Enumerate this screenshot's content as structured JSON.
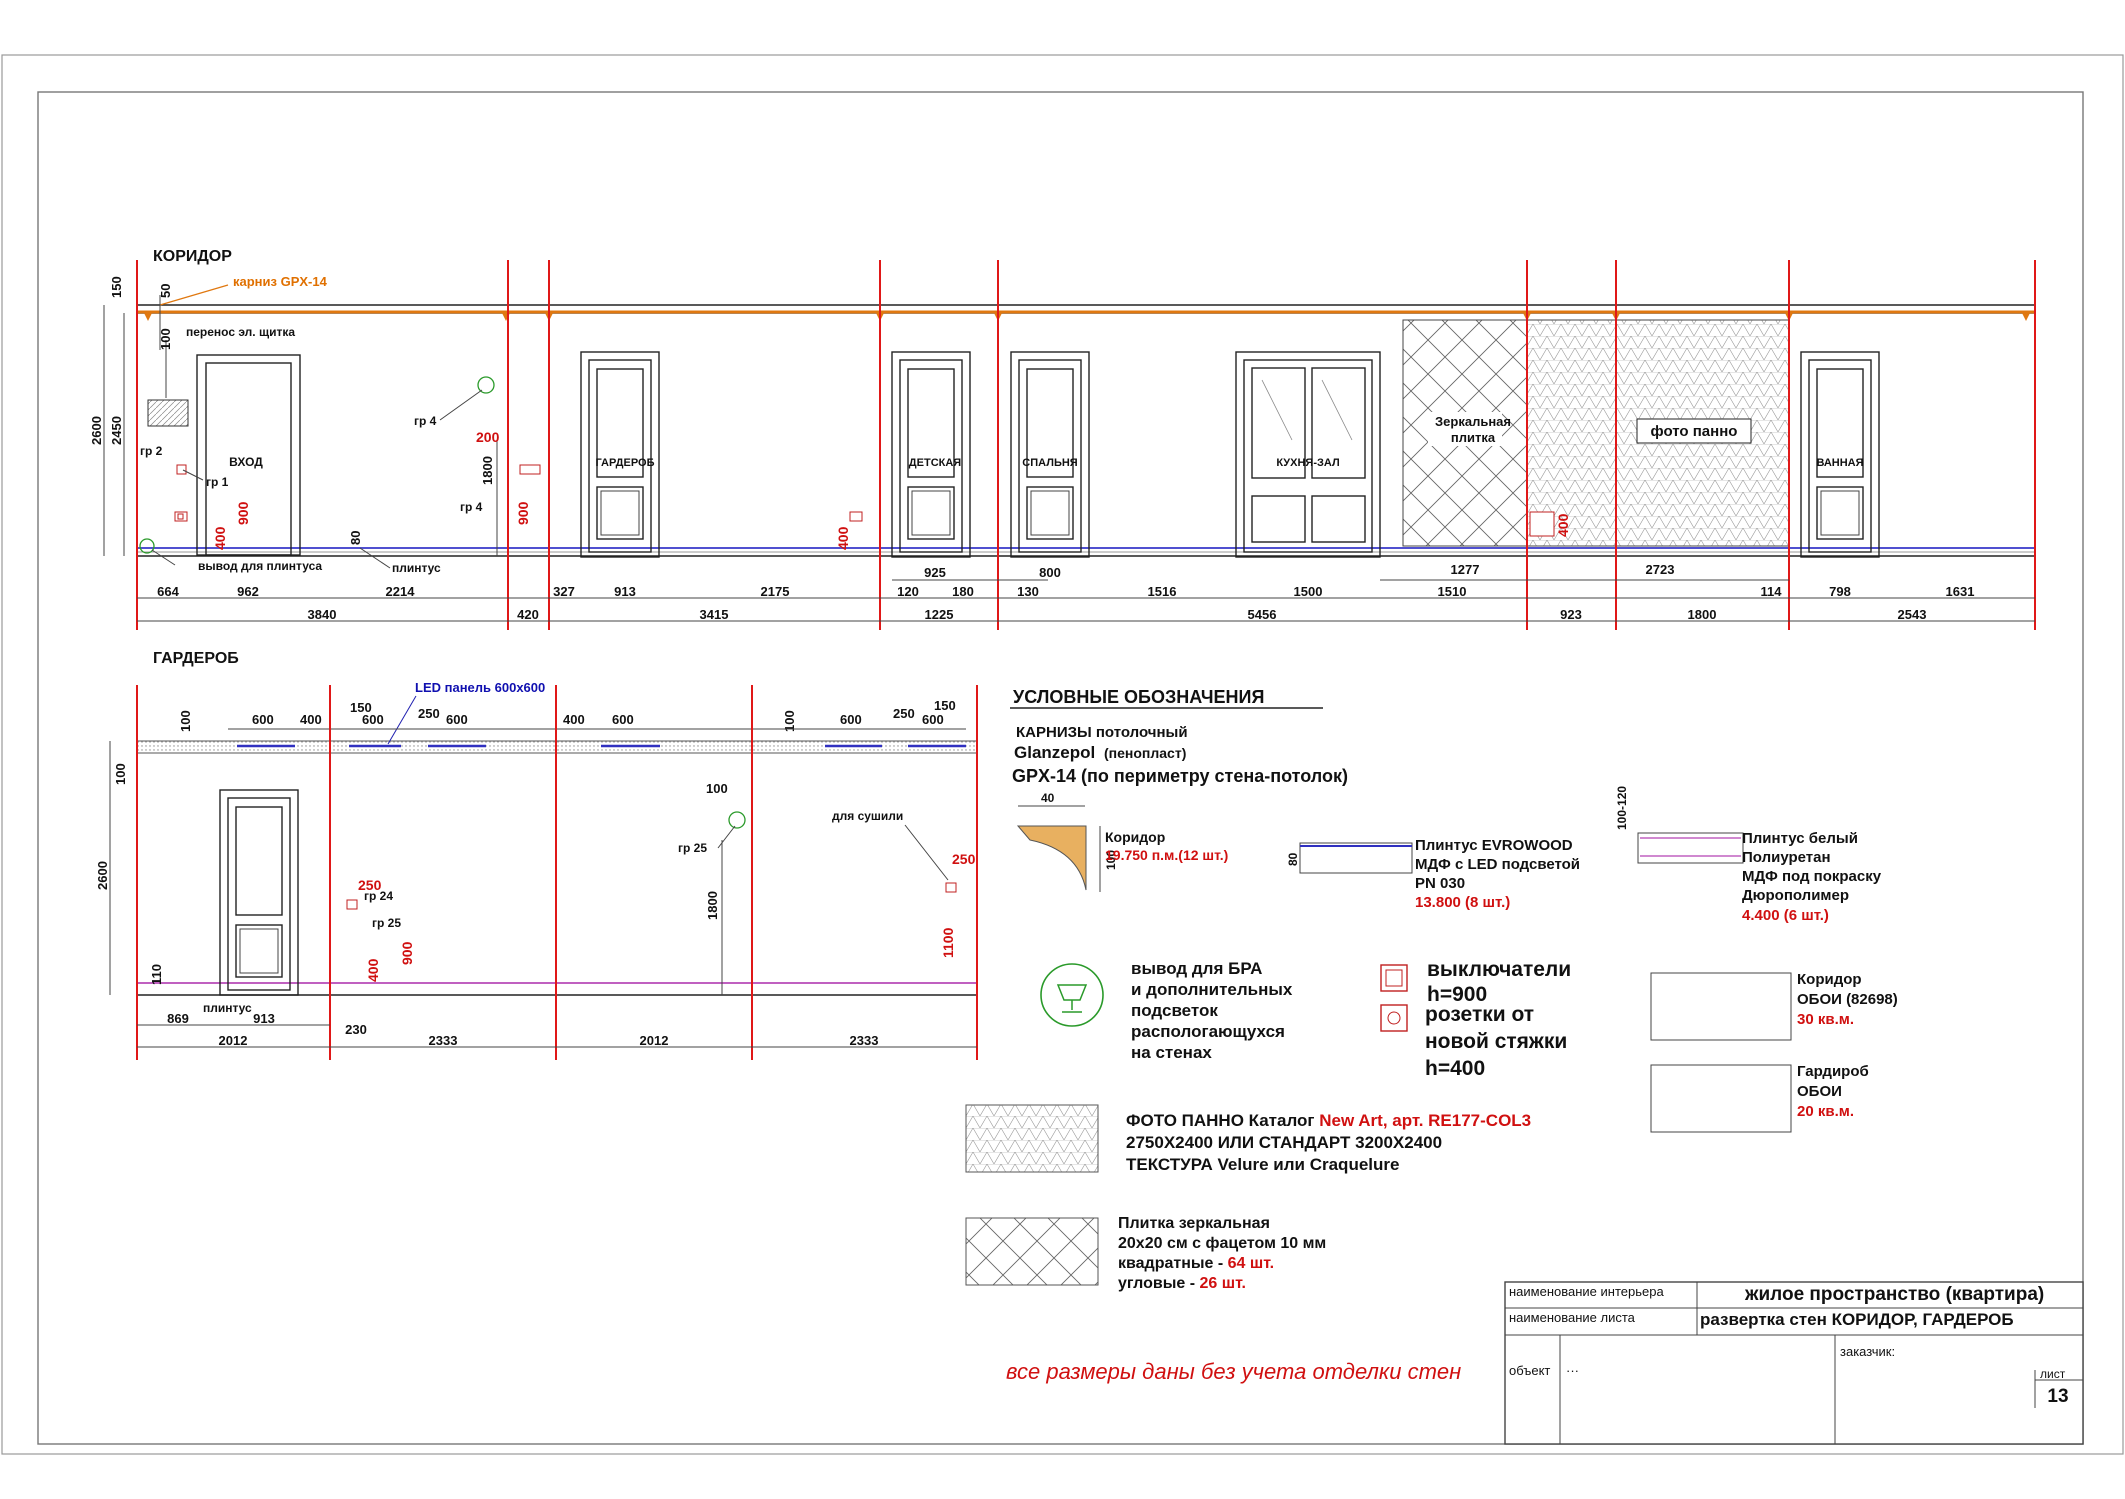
{
  "colors": {
    "cut_line": "#e01818",
    "cornice": "#e07810",
    "baseboard_led": "#5050d0",
    "baseboard_white": "#c060c0",
    "dim_red": "#d01010"
  },
  "icons": {
    "wall_light": "wall-light-outlet-icon",
    "switch": "switch-icon",
    "socket": "socket-icon"
  },
  "corridor": {
    "title": "КОРИДОР",
    "cornice_label": "карниз GPX-14",
    "panel_note": "перенос эл. щитка",
    "outlet_note": "вывод для плинтуса",
    "baseboard_note": "плинтус",
    "rooms": [
      "ВХОД",
      "ГАРДЕРОБ",
      "ДЕТСКАЯ",
      "СПАЛЬНЯ",
      "КУХНЯ-ЗАЛ",
      "ВАННАЯ"
    ],
    "mirror_label": [
      "Зеркальная",
      "плитка"
    ],
    "photo_label": "фото панно",
    "groups": [
      "гр 2",
      "гр 1",
      "гр 4",
      "гр 4"
    ],
    "vdims": {
      "h150": "150",
      "h50": "50",
      "h100": "100",
      "h2600": "2600",
      "h2450": "2450",
      "h1800": "1800",
      "h80": "80"
    },
    "red_marks": [
      "400",
      "900",
      "200",
      "900",
      "400",
      "400"
    ],
    "row1": [
      "664",
      "962",
      "2214",
      "327",
      "913",
      "2175",
      "120",
      "180",
      "130",
      "1516",
      "1500",
      "1510",
      "114",
      "798",
      "1631"
    ],
    "row_top": [
      "925",
      "800",
      "1277",
      "2723"
    ],
    "row2": [
      "3840",
      "420",
      "3415",
      "1225",
      "5456",
      "923",
      "1800",
      "2543"
    ]
  },
  "garderob": {
    "title": "ГАРДЕРОБ",
    "led_label": "LED панель 600x600",
    "top_dims": [
      "100",
      "600",
      "400",
      "150",
      "600",
      "250",
      "600",
      "400",
      "600",
      "100",
      "600",
      "250",
      "600",
      "150"
    ],
    "vdims": [
      "100",
      "2600",
      "110",
      "1800",
      "100"
    ],
    "groups": [
      "гр 24",
      "гр 25",
      "гр 25"
    ],
    "dryer": "для сушили",
    "red_marks": [
      "250",
      "400",
      "900",
      "250",
      "1100"
    ],
    "baseboard_note": "плинтус",
    "row1": [
      "869",
      "913",
      "230"
    ],
    "row2": [
      "2012",
      "2333",
      "2012",
      "2333"
    ]
  },
  "legend": {
    "title": "УСЛОВНЫЕ ОБОЗНАЧЕНИЯ",
    "cornice_line1": "КАРНИЗЫ потолочный",
    "cornice_brand": "Glanzepol",
    "cornice_material": "(пенопласт)",
    "cornice_model": "GPX-14  (по периметру стена-потолок)",
    "cornice_dim40": "40",
    "cornice_dim100": "100",
    "cornice_room": "Коридор",
    "cornice_qty": "19.750 п.м.(12 шт.)",
    "led_plinth": [
      "Плинтус EVROWOOD",
      "МДФ с LED подсветой",
      "PN 030"
    ],
    "led_plinth_dim": "80",
    "led_plinth_qty": "13.800 (8 шт.)",
    "white_plinth": [
      "Плинтус белый",
      "Полиуретан",
      "МДФ под покраску",
      "Дюрополимер"
    ],
    "white_plinth_dim": "100-120",
    "white_plinth_qty": "4.400 (6 шт.)",
    "wall_light": [
      "вывод для БРА",
      "и дополнительных",
      "подсветок",
      "распологающухся",
      "на стенах"
    ],
    "switch": [
      "выключатели",
      "h=900"
    ],
    "socket": [
      "розетки от",
      "новой стяжки",
      "h=400"
    ],
    "wallpaper1": [
      "Коридор",
      "ОБОИ (82698)"
    ],
    "wallpaper1_qty": "30 кв.м.",
    "wallpaper2": [
      "Гардироб",
      "ОБОИ"
    ],
    "wallpaper2_qty": "20 кв.м.",
    "photo_a": "ФОТО ПАННО Каталог ",
    "photo_b": "New Art, арт. RE177-COL3",
    "photo_2": "2750X2400 ИЛИ СТАНДАРТ 3200X2400",
    "photo_3": "ТЕКСТУРА Velure или Craquelure",
    "mirror_1": "Плитка зеркальная",
    "mirror_2": "20x20 см с фацетом 10 мм",
    "mirror_3a": "квадратные - ",
    "mirror_3b": "64 шт.",
    "mirror_4a": "угловые - ",
    "mirror_4b": "26 шт."
  },
  "note": "все размеры даны без учета  отделки стен",
  "titleblock": {
    "k1": "наименование интерьера",
    "v1": "жилое пространство (квартира)",
    "k2": "наименование листа",
    "v2": "развертка стен КОРИДОР, ГАРДЕРОБ",
    "k3": "объект",
    "v3": "···",
    "k4": "заказчик:",
    "k5": "лист",
    "v5": "13"
  }
}
